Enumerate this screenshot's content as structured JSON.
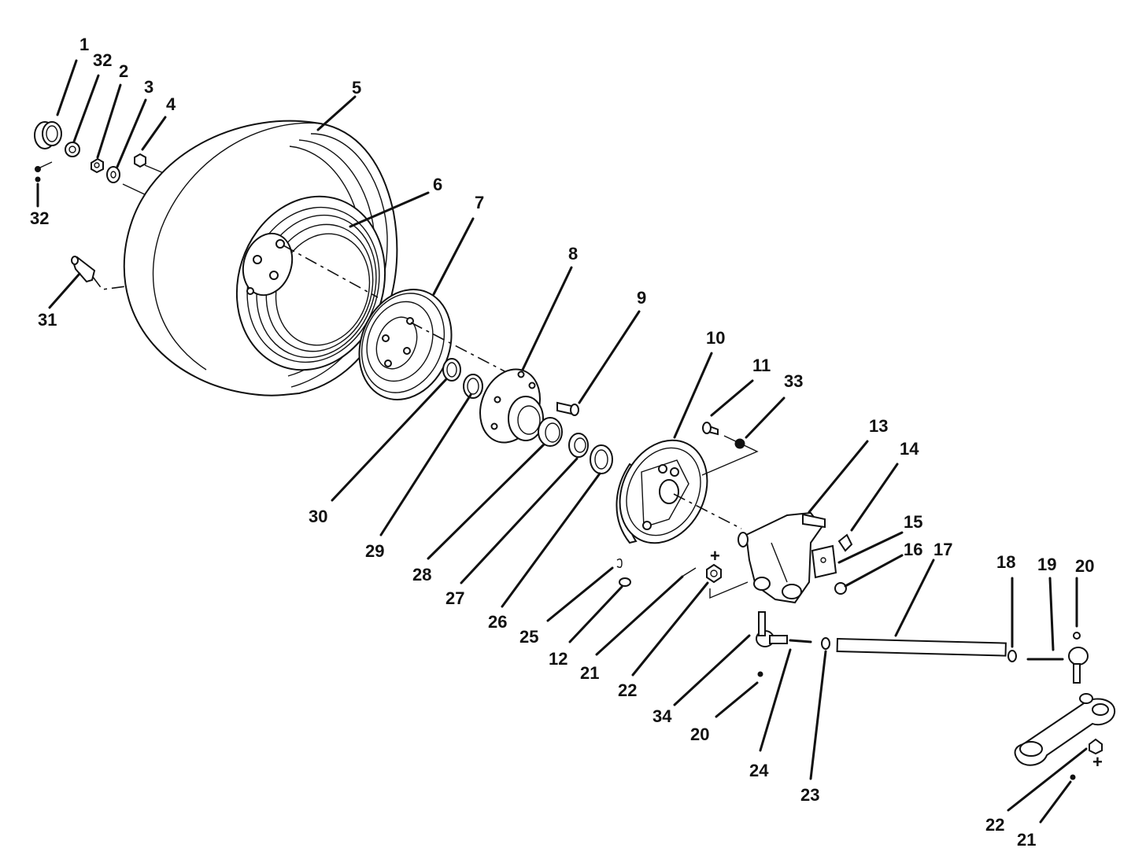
{
  "labels": {
    "p1": "1",
    "p32a": "32",
    "p2": "2",
    "p3": "3",
    "p4": "4",
    "p5": "5",
    "p32b": "32",
    "p6": "6",
    "p7": "7",
    "p8": "8",
    "p9": "9",
    "p31": "31",
    "p10": "10",
    "p11": "11",
    "p33": "33",
    "p13": "13",
    "p14": "14",
    "p15": "15",
    "p16": "16",
    "p17": "17",
    "p18": "18",
    "p19": "19",
    "p20a": "20",
    "p30": "30",
    "p29": "29",
    "p28": "28",
    "p27": "27",
    "p26": "26",
    "p25": "25",
    "p12": "12",
    "p21a": "21",
    "p22a": "22",
    "p34": "34",
    "p20b": "20",
    "p24": "24",
    "p23": "23",
    "p22b": "22",
    "p21b": "21"
  },
  "icons": [
    "tire-icon",
    "rim-icon",
    "brake-drum-icon",
    "hub-icon",
    "backing-plate-icon",
    "spindle-icon",
    "tie-rod-icon",
    "steering-arm-icon"
  ]
}
